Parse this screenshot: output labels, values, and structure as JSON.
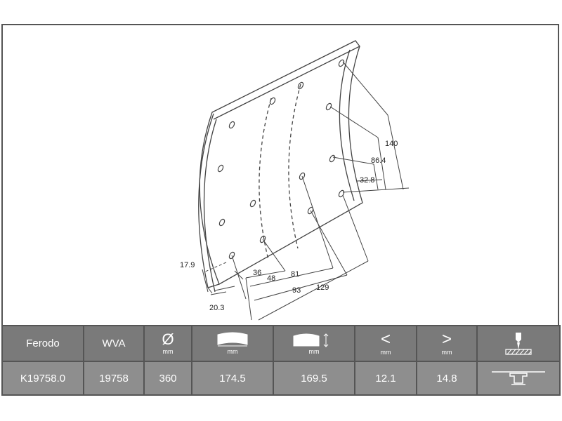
{
  "dimensions": {
    "d140": "140",
    "d86_4": "86.4",
    "d32_8": "32.8",
    "d17_9": "17.9",
    "d20_3": "20.3",
    "d36": "36",
    "d48": "48",
    "d81": "81",
    "d93": "93",
    "d129": "129"
  },
  "table": {
    "headers": {
      "brand": "Ferodo",
      "wva": "WVA",
      "diameter_symbol": "Ø",
      "unit": "mm",
      "less_symbol": "<",
      "greater_symbol": ">"
    },
    "values": {
      "brand": "K19758.0",
      "wva": "19758",
      "diameter": "360",
      "width_outer": "174.5",
      "width_inner": "169.5",
      "thickness_min": "12.1",
      "thickness_max": "14.8"
    }
  },
  "colors": {
    "header_bg": "#7a7a7a",
    "value_bg": "#8e8e8e",
    "border": "#555555",
    "line": "#444444"
  },
  "icons": [
    "diameter-icon",
    "outer-width-icon",
    "inner-width-icon",
    "less-than-icon",
    "greater-than-icon",
    "drill-icon",
    "rivet-icon"
  ]
}
